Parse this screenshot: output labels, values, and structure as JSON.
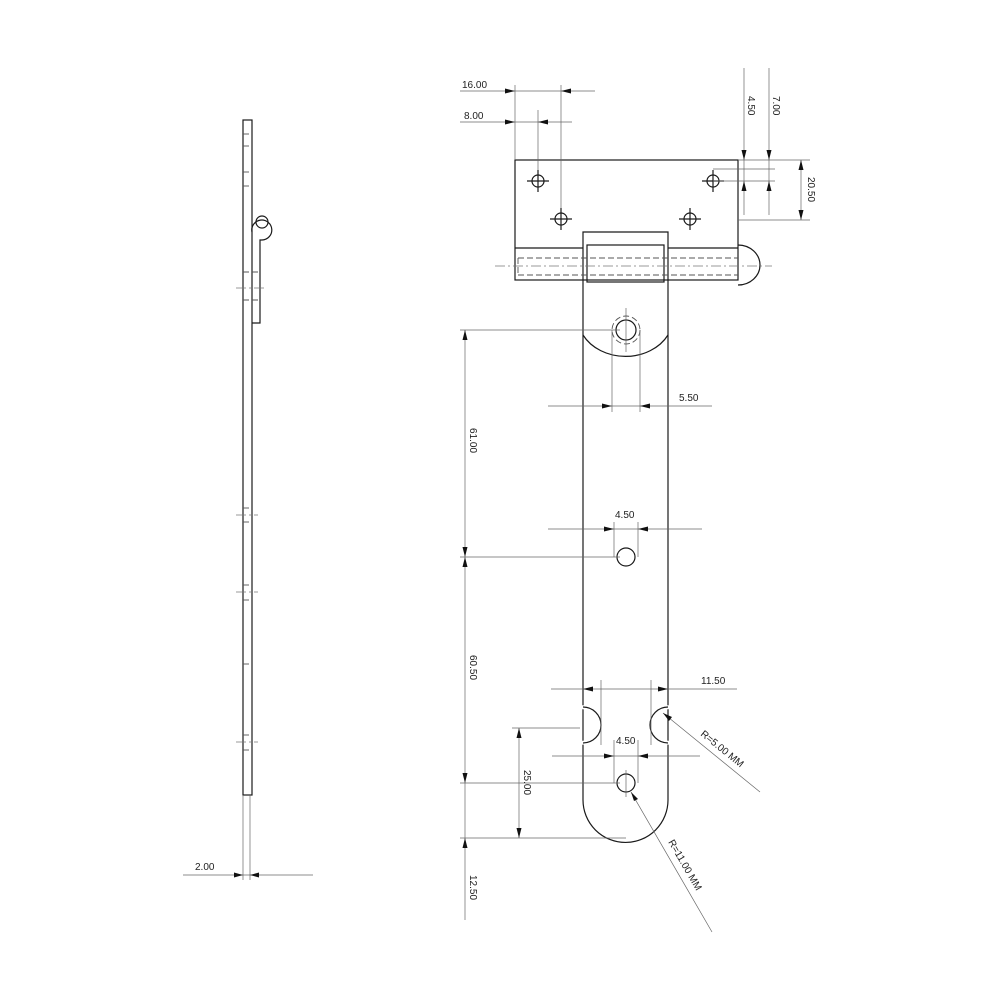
{
  "side_view": {
    "thickness": "2.00"
  },
  "top_plate": {
    "dim_16": "16.00",
    "dim_8": "8.00",
    "dim_4_50": "4.50",
    "dim_7": "7.00",
    "dim_20_50": "20.50"
  },
  "strap": {
    "dim_5_50": "5.50",
    "dim_61": "61.00",
    "dim_hole_mid": "4.50",
    "dim_60_50": "60.50",
    "dim_11_50": "11.50",
    "dim_hole_bottom": "4.50",
    "dim_25": "25.00",
    "dim_12_50": "12.50",
    "radius_notch": "R=5.00 MM",
    "radius_end": "R=11.00 MM"
  }
}
